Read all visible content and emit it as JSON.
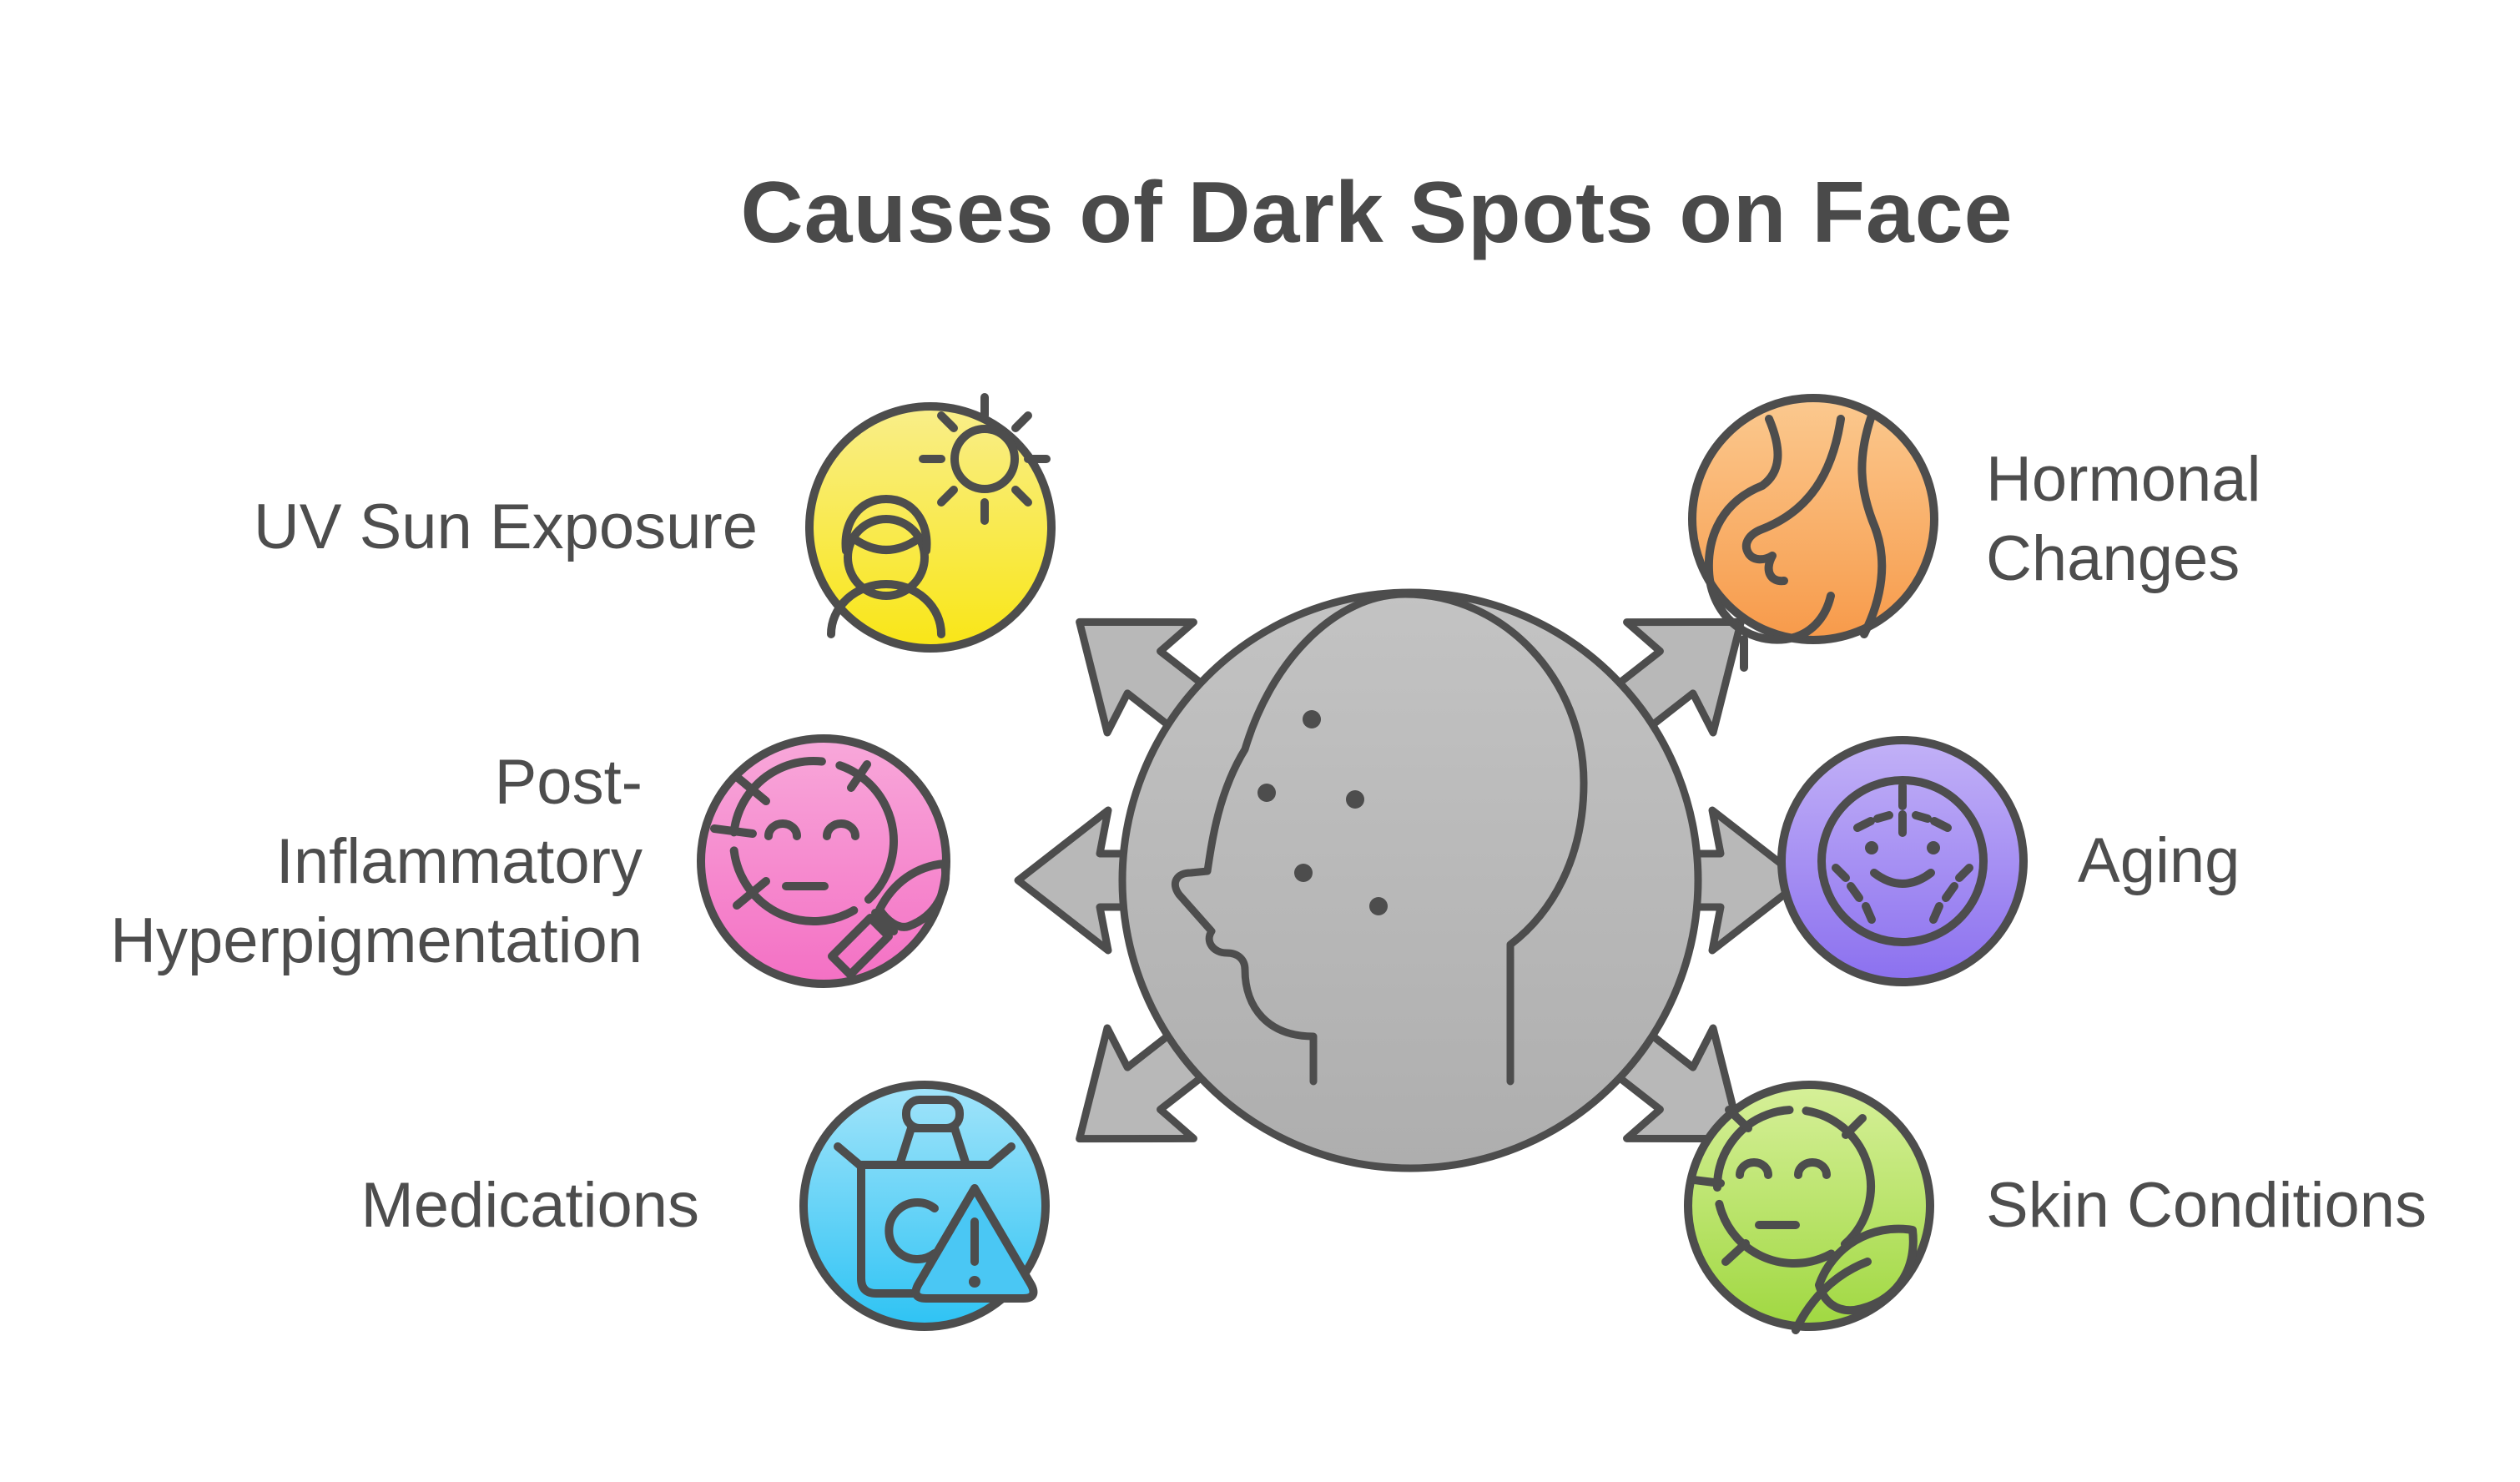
{
  "title": "Causes of Dark Spots on Face",
  "center": {
    "name": "face with dark spots",
    "icon": "head-profile-with-spots-icon",
    "fill_color": "#b8b8b8",
    "stroke_color": "#4d4d4d",
    "arrow_count": 6
  },
  "causes": [
    {
      "label": "UV Sun Exposure",
      "icon": "sun-and-person-icon",
      "badge_color_top": "#f9ee8a",
      "badge_color_bottom": "#f9e616",
      "side": "left"
    },
    {
      "label": "Post-\nInflammatory\nHyperpigmentation",
      "icon": "face-with-makeup-brush-icon",
      "badge_color_top": "#f8a8da",
      "badge_color_bottom": "#f470c4",
      "side": "left"
    },
    {
      "label": "Medications",
      "icon": "medicine-bottle-warning-icon",
      "badge_color_top": "#a2e4fa",
      "badge_color_bottom": "#2ec3f4",
      "side": "left"
    },
    {
      "label": "Hormonal\nChanges",
      "icon": "pregnant-woman-icon",
      "badge_color_top": "#fbc98f",
      "badge_color_bottom": "#f79a4a",
      "side": "right"
    },
    {
      "label": "Aging",
      "icon": "aged-face-wrinkles-icon",
      "badge_color_top": "#c2b1f7",
      "badge_color_bottom": "#8b70ef",
      "side": "right"
    },
    {
      "label": "Skin Conditions",
      "icon": "face-with-leaf-icon",
      "badge_color_top": "#d6f099",
      "badge_color_bottom": "#a0d841",
      "side": "right"
    }
  ],
  "colors": {
    "background": "#ffffff",
    "text": "#4d4d4d",
    "outline": "#4d4d4d",
    "center_gray": "#b8b8b8"
  }
}
